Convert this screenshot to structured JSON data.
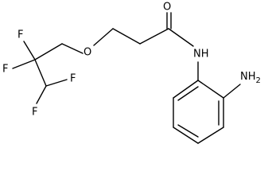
{
  "atoms": {
    "oxygen_carbonyl": "O",
    "amide_nh": "NH",
    "ether_oxygen": "O",
    "amino": "NH",
    "amino_h2": "2",
    "fluorine_1": "F",
    "fluorine_2": "F",
    "fluorine_3": "F",
    "fluorine_4": "F"
  }
}
